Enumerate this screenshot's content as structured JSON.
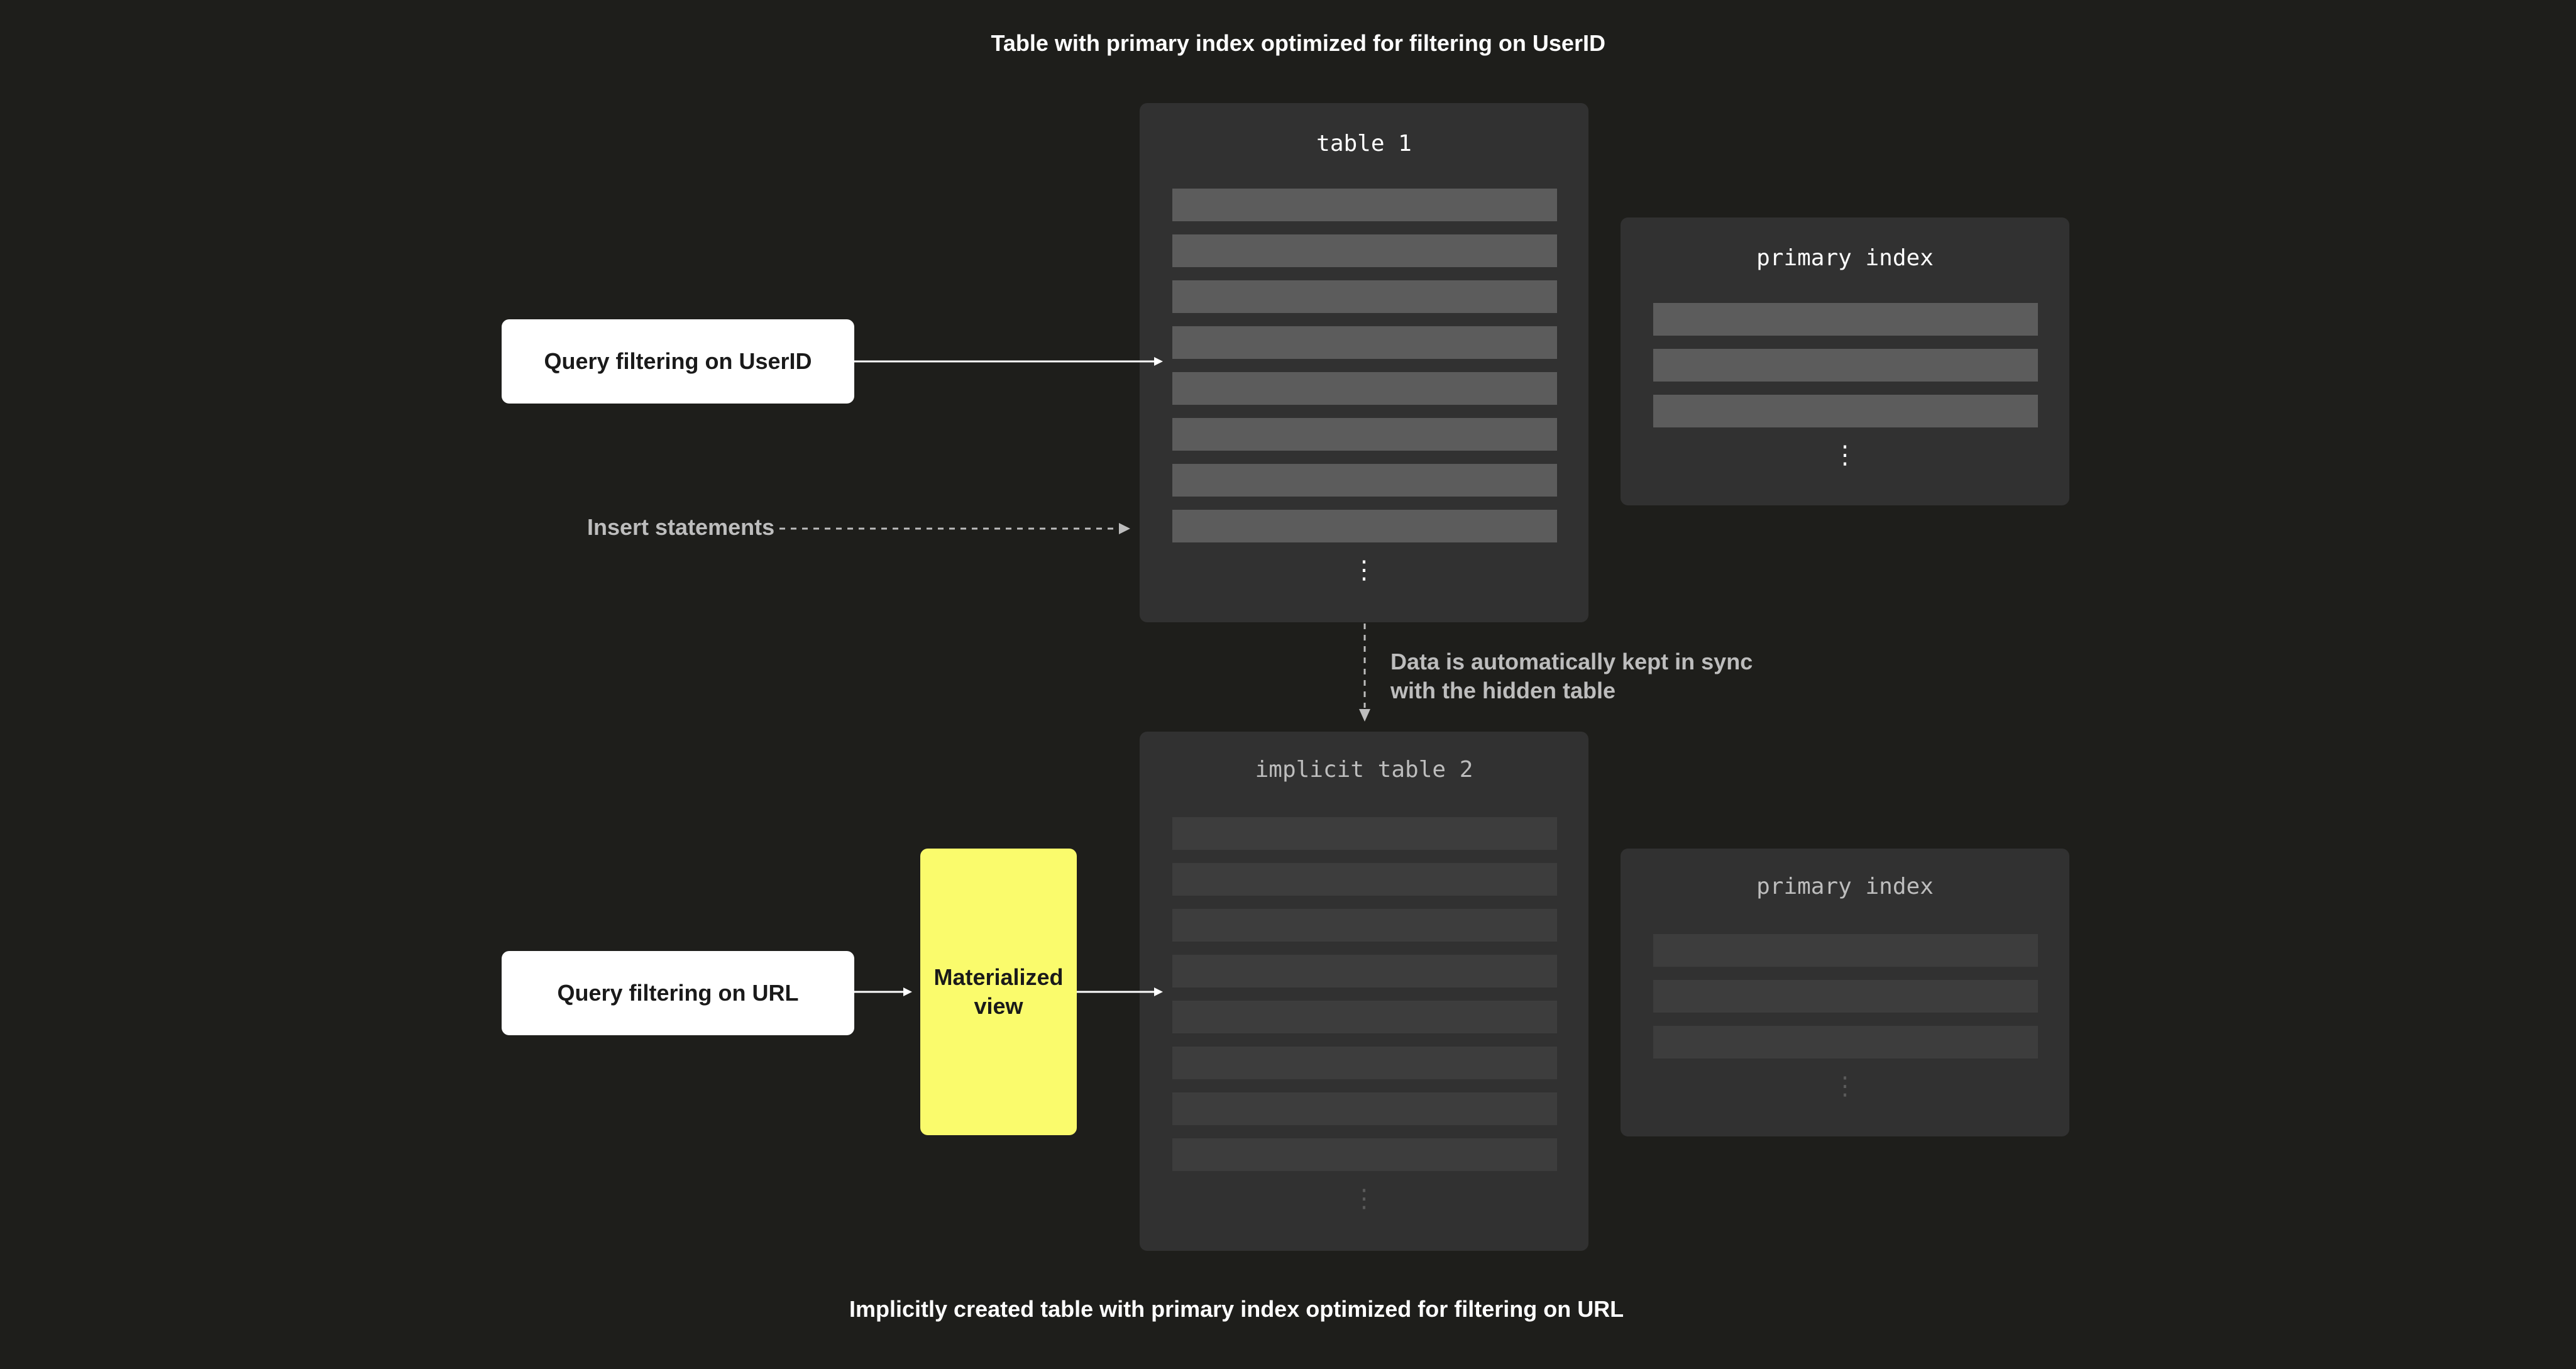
{
  "captions": {
    "top": "Table with primary index optimized for filtering on UserID",
    "bottom": "Implicitly created table with primary index optimized for filtering on URL"
  },
  "table1": {
    "title": "table 1",
    "row_count": 8,
    "more": "⋮"
  },
  "primary_index_1": {
    "title": "primary index",
    "row_count": 3,
    "more": "⋮"
  },
  "table2": {
    "title": "implicit table 2",
    "row_count": 8,
    "more": "⋮"
  },
  "primary_index_2": {
    "title": "primary index",
    "row_count": 3,
    "more": "⋮"
  },
  "query_userid": {
    "label": "Query filtering on UserID"
  },
  "query_url": {
    "label": "Query filtering on URL"
  },
  "materialized_view": {
    "label": "Materialized view"
  },
  "insert": {
    "label": "Insert statements"
  },
  "sync_note": {
    "line1": "Data is automatically kept in sync",
    "line2": "with the hidden table"
  },
  "colors": {
    "background": "#1e1e1b",
    "panel": "#313131",
    "row": "#5c5c5c",
    "row_dim": "#3d3d3d",
    "accent_yellow": "#fafb6c",
    "text": "#ffffff",
    "text_muted": "#bdbdbd"
  }
}
